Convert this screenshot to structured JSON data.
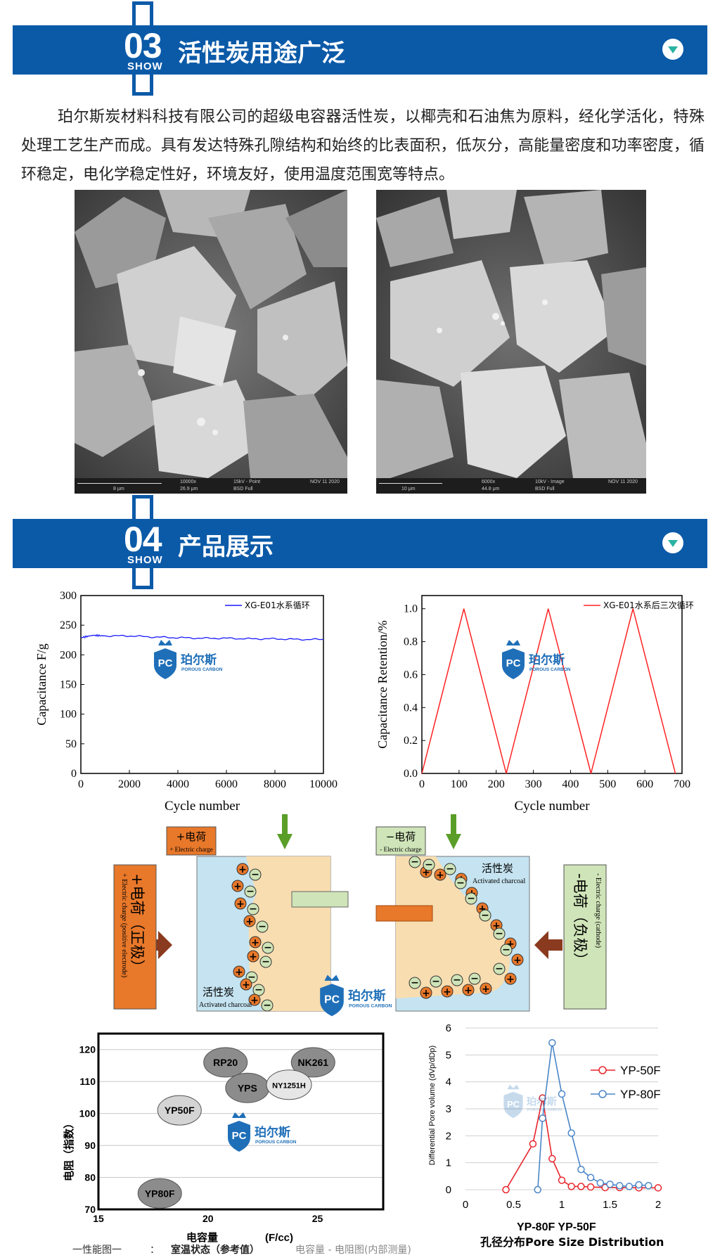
{
  "section3": {
    "number": "03",
    "show": "SHOW",
    "title": "活性炭用途广泛"
  },
  "intro": "珀尔斯炭材料科技有限公司的超级电容器活性炭，以椰壳和石油焦为原料，经化学活化，特殊处理工艺生产而成。具有发达特殊孔隙结构和始终的比表面积，低灰分，高能量密度和功率密度，循环稳定，电化学稳定性好，环境友好，使用温度范围宽等特点。",
  "sem_images": [
    {
      "mag": "10000x",
      "hv": "15kV - Point",
      "date": "NOV 11 2020",
      "scale": "8 μm",
      "fov": "26.9 μm",
      "det": "BSD Full"
    },
    {
      "mag": "6000x",
      "hv": "10kV - Image",
      "date": "NOV 11 2020",
      "scale": "10 μm",
      "fov": "44.8 μm",
      "det": "BSD Full"
    }
  ],
  "section4": {
    "number": "04",
    "show": "SHOW",
    "title": "产品展示"
  },
  "logo": {
    "name": "珀尔斯",
    "sub": "POROUS CARBON",
    "mark": "PC"
  },
  "chart_data": [
    {
      "type": "line",
      "legend": "XG-E01水系循环",
      "xlabel": "Cycle number",
      "ylabel": "Capacitance F/g",
      "xlim": [
        0,
        10000
      ],
      "ylim": [
        0,
        300
      ],
      "xticks": [
        0,
        2000,
        4000,
        6000,
        8000,
        10000
      ],
      "yticks": [
        0,
        50,
        100,
        150,
        200,
        250,
        300
      ],
      "color": "#1a1aff",
      "series": [
        {
          "x": [
            0,
            500,
            1000,
            2000,
            3000,
            4000,
            5000,
            6000,
            7000,
            8000,
            9000,
            10000
          ],
          "y": [
            229,
            233,
            232,
            232,
            230,
            229,
            228,
            228,
            227,
            227,
            226,
            226
          ]
        }
      ]
    },
    {
      "type": "line",
      "legend": "XG-E01水系后三次循环",
      "xlabel": "Cycle number",
      "ylabel": "Capacitance Retention/%",
      "xlim": [
        0,
        700
      ],
      "ylim": [
        0,
        1.08
      ],
      "xticks": [
        0,
        100,
        200,
        300,
        400,
        500,
        600,
        700
      ],
      "yticks": [
        0.0,
        0.2,
        0.4,
        0.6,
        0.8,
        1.0
      ],
      "color": "#ff2222",
      "series": [
        {
          "x": [
            0,
            113,
            227,
            340,
            455,
            568,
            682
          ],
          "y": [
            0,
            1,
            0,
            1,
            0,
            1,
            0
          ]
        }
      ]
    },
    {
      "type": "scatter",
      "xlabel": "电容量",
      "xlabel_unit": "(F/cc)",
      "ylabel": "电阻（指数）",
      "xlim": [
        15,
        28
      ],
      "ylim": [
        70,
        125
      ],
      "xticks": [
        15,
        20,
        25
      ],
      "yticks": [
        70,
        80,
        90,
        100,
        110,
        120
      ],
      "points": [
        {
          "label": "RP20",
          "x": 20.8,
          "y": 116,
          "fill": "#8c8c8c"
        },
        {
          "label": "NK261",
          "x": 24.8,
          "y": 116,
          "fill": "#8c8c8c"
        },
        {
          "label": "YPS",
          "x": 21.8,
          "y": 108,
          "fill": "#8c8c8c"
        },
        {
          "label": "NY1251H",
          "x": 23.7,
          "y": 109,
          "fill": "#e6e6e6"
        },
        {
          "label": "YP50F",
          "x": 18.7,
          "y": 101,
          "fill": "#d4d4d4"
        },
        {
          "label": "YP80F",
          "x": 17.8,
          "y": 75,
          "fill": "#8c8c8c"
        }
      ],
      "caption_parts": [
        "一性能图一",
        "：",
        "室温状态（参考值）",
        "电容量 - 电阻图(内部测量)"
      ]
    },
    {
      "type": "line",
      "ylabel": "Differential Pore volume (dVp/dDp)",
      "xlim": [
        0,
        2
      ],
      "ylim": [
        0,
        6
      ],
      "xticks": [
        0,
        0.5,
        1,
        1.5,
        2
      ],
      "yticks": [
        0,
        1,
        2,
        3,
        4,
        5,
        6
      ],
      "x_annotation": "YP-80F  YP-50F",
      "title": "孔径分布Pore Size Distribution",
      "series": [
        {
          "name": "YP-50F",
          "color": "#e8242b",
          "x": [
            0.42,
            0.7,
            0.8,
            0.9,
            1.0,
            1.1,
            1.2,
            1.3,
            1.45,
            1.6,
            1.8,
            2.0
          ],
          "y": [
            0,
            1.7,
            3.4,
            1.15,
            0.35,
            0.12,
            0.12,
            0.1,
            0.08,
            0.08,
            0.07,
            0.07
          ]
        },
        {
          "name": "YP-80F",
          "color": "#4a86c8",
          "x": [
            0.75,
            0.8,
            0.9,
            1.0,
            1.1,
            1.2,
            1.3,
            1.4,
            1.5,
            1.6,
            1.7,
            1.8,
            1.9
          ],
          "y": [
            0,
            2.65,
            5.45,
            3.55,
            2.1,
            0.75,
            0.45,
            0.25,
            0.2,
            0.15,
            0.12,
            0.18,
            0.15
          ]
        }
      ]
    }
  ],
  "diagram": {
    "left": {
      "tag_sign": "+",
      "tag_cn": "电荷",
      "tag_en": "+ Electric charge",
      "side_cn": "+电荷（正极）",
      "side_en": "+ Electric charge (positive electrode)",
      "material_cn": "活性炭",
      "material_en": "Activated charcoal"
    },
    "right": {
      "tag_sign": "−",
      "tag_cn": "电荷",
      "tag_en": "- Electric charge",
      "side_cn": "-电荷（负极）",
      "side_en": "- Electric charge (cathode)",
      "material_cn": "活性炭",
      "material_en": "Activated charcoal"
    },
    "colors": {
      "electrolyte": "#c5e3f0",
      "carbon": "#f8ddb0",
      "positive_tag": "#e8782a",
      "negative_tag": "#cfe4b8",
      "arrow_green": "#5a9e28",
      "arrow_brown": "#8a3a1e"
    }
  }
}
